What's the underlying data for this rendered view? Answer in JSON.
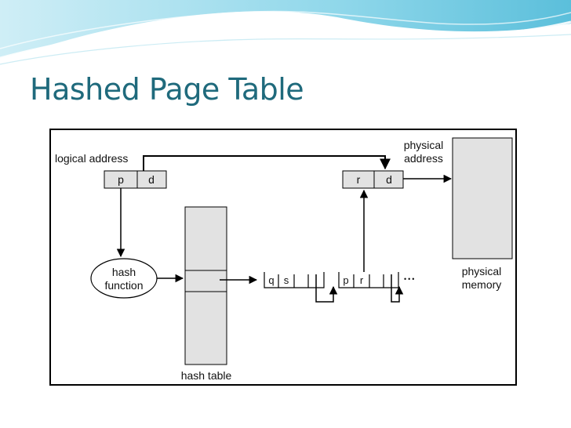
{
  "slide": {
    "title": "Hashed Page Table",
    "colors": {
      "title": "#1f6a7c",
      "box_fill": "#e2e2e2",
      "header_wave": "#7fcfe6"
    }
  },
  "diagram": {
    "logical_address_label": "logical address",
    "logical_p": "p",
    "logical_d": "d",
    "physical_address_label": [
      "physical",
      "address"
    ],
    "physical_r": "r",
    "physical_d": "d",
    "hash_function_label": [
      "hash",
      "function"
    ],
    "hash_table_label": "hash table",
    "physical_memory_label": [
      "physical",
      "memory"
    ],
    "chain_node_1": {
      "key": "q",
      "value": "s"
    },
    "chain_node_2": {
      "key": "p",
      "value": "r"
    },
    "ellipsis": "•••"
  }
}
